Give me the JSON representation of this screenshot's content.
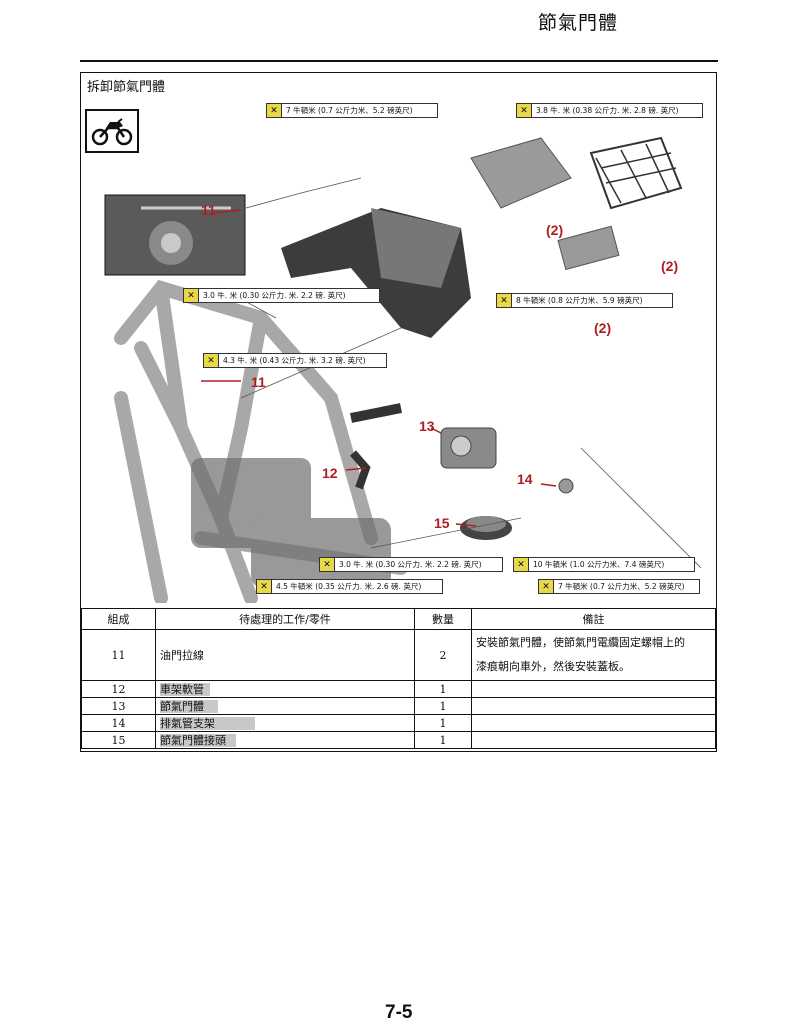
{
  "header": {
    "title": "節氣門體"
  },
  "section": {
    "title": "拆卸節氣門體",
    "icon": "motorcycle-icon"
  },
  "callouts": [
    "7 牛頓米 (0.7 公斤力米、5.2 磅英尺)",
    "3.8 牛. 米 (0.38 公斤力. 米. 2.8 磅. 英尺)",
    "3.0 牛. 米 (0.30 公斤力. 米. 2.2 磅. 英尺)",
    "8 牛頓米 (0.8 公斤力米、5.9 磅英尺)",
    "4.3 牛. 米 (0.43 公斤力. 米. 3.2 磅. 英尺)",
    "3.0 牛. 米 (0.30 公斤力. 米. 2.2 磅. 英尺)",
    "10 牛頓米 (1.0 公斤力米、7.4 磅英尺)",
    "4.5 牛頓米 (0.35 公斤力. 米. 2.6 磅. 英尺)",
    "7 牛頓米 (0.7 公斤力米、5.2 磅英尺)"
  ],
  "diagram_labels": {
    "n11a": "11",
    "n11b": "11",
    "n2a": "(2)",
    "n2b": "(2)",
    "n2c": "(2)",
    "n12": "12",
    "n13": "13",
    "n14": "14",
    "n15": "15"
  },
  "table": {
    "headers": [
      "組成",
      "待處理的工作/零件",
      "數量",
      "備註"
    ],
    "rows": [
      {
        "no": "11",
        "part": "油門拉線",
        "qty": "2",
        "note_line1": "安裝節氣門體，使節氣門電纜固定螺帽上的",
        "note_line2": "漆痕朝向車外，然後安裝蓋板。"
      },
      {
        "no": "12",
        "part": "車架軟管",
        "qty": "1",
        "note_line1": "",
        "note_line2": ""
      },
      {
        "no": "13",
        "part": "節氣門體",
        "qty": "1",
        "note_line1": "",
        "note_line2": ""
      },
      {
        "no": "14",
        "part": "排氣管支架",
        "qty": "1",
        "note_line1": "",
        "note_line2": ""
      },
      {
        "no": "15",
        "part": "節氣門體接頭",
        "qty": "1",
        "note_line1": "",
        "note_line2": ""
      }
    ]
  },
  "footer": {
    "page_number": "7-5"
  }
}
